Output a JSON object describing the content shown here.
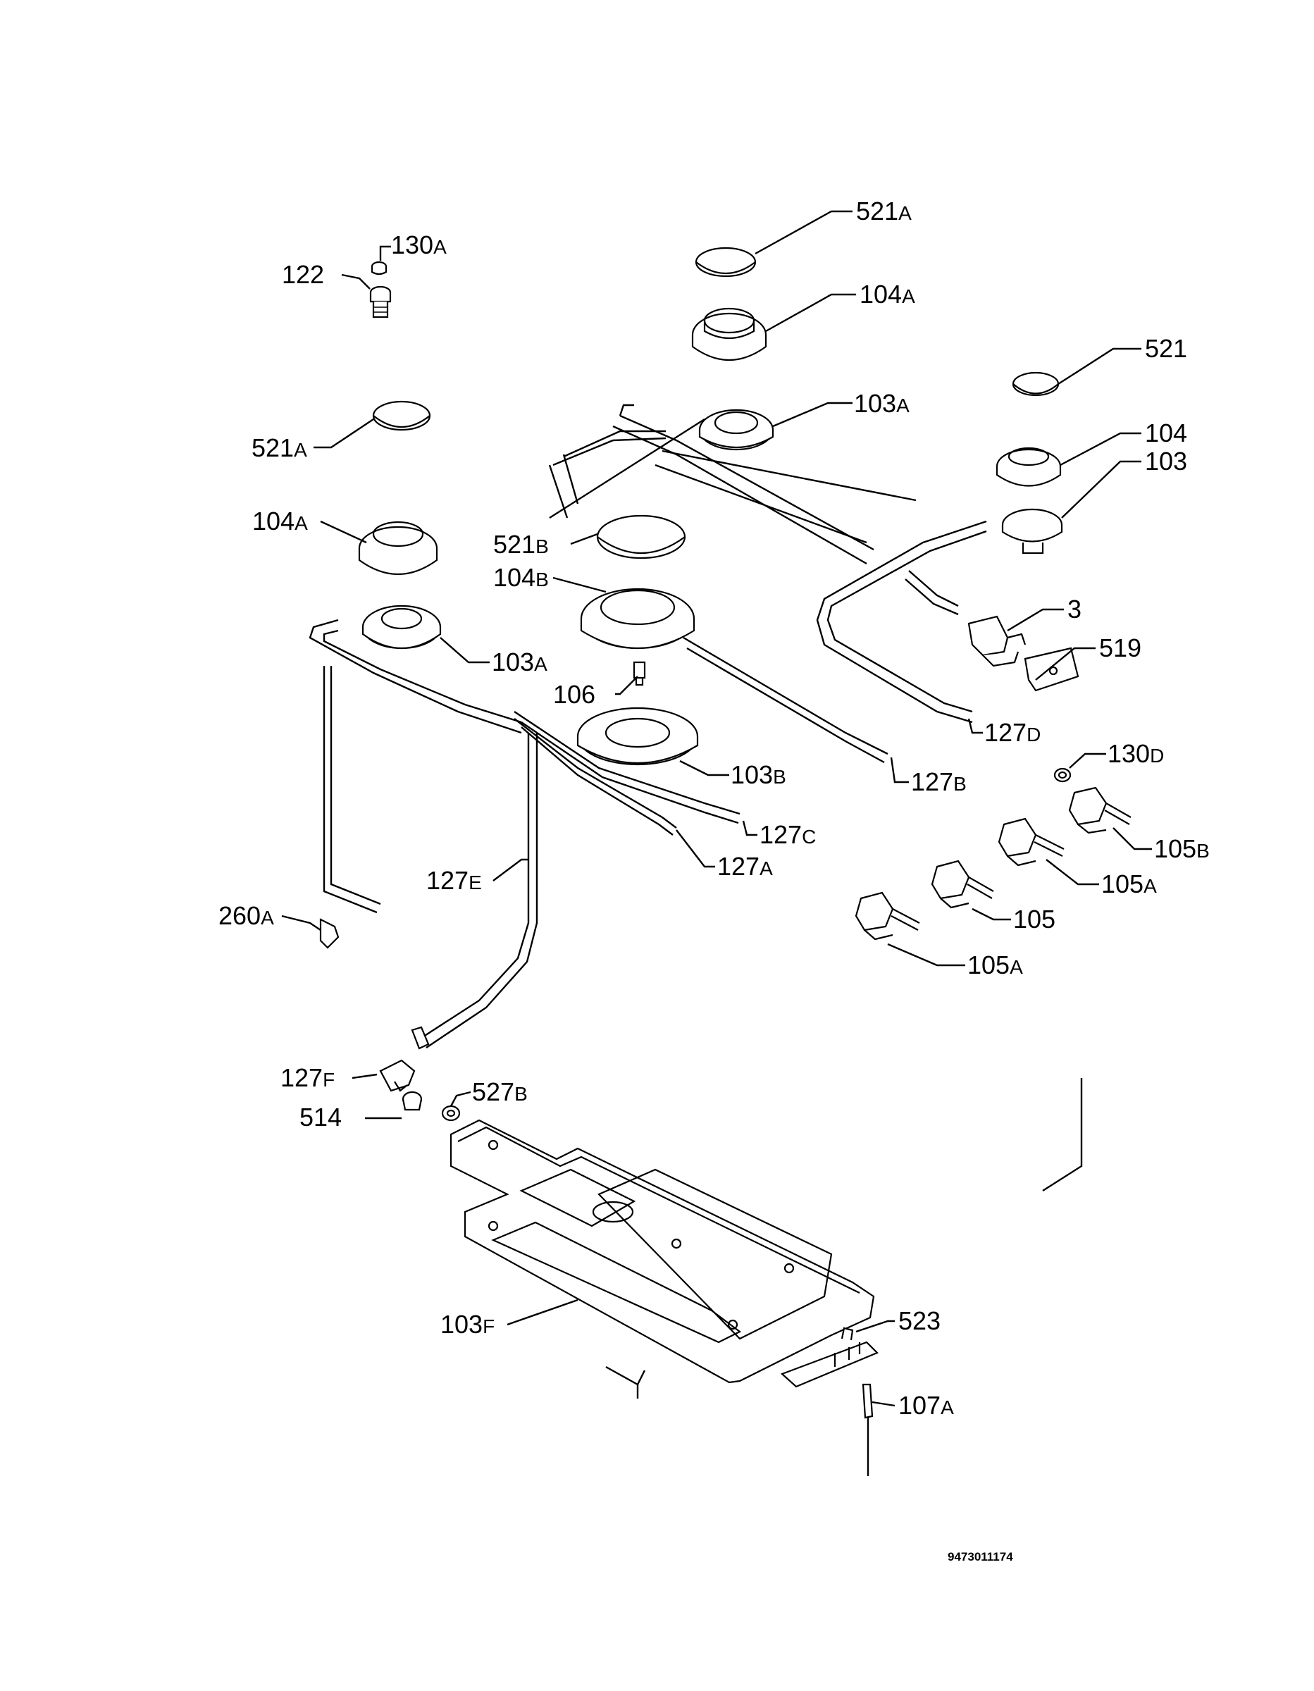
{
  "labels": {
    "l521a_top": {
      "main": "521",
      "sub": "A"
    },
    "l104a_top": {
      "main": "104",
      "sub": "A"
    },
    "l521_right": {
      "main": "521",
      "sub": ""
    },
    "l103a_top": {
      "main": "103",
      "sub": "A"
    },
    "l104_right": {
      "main": "104",
      "sub": ""
    },
    "l103_right": {
      "main": "103",
      "sub": ""
    },
    "l130a": {
      "main": "130",
      "sub": "A"
    },
    "l122": {
      "main": "122",
      "sub": ""
    },
    "l521a_left": {
      "main": "521",
      "sub": "A"
    },
    "l104a_left": {
      "main": "104",
      "sub": "A"
    },
    "l521b": {
      "main": "521",
      "sub": "B"
    },
    "l104b": {
      "main": "104",
      "sub": "B"
    },
    "l103a_left": {
      "main": "103",
      "sub": "A"
    },
    "l3": {
      "main": "3",
      "sub": ""
    },
    "l519": {
      "main": "519",
      "sub": ""
    },
    "l106": {
      "main": "106",
      "sub": ""
    },
    "l127d": {
      "main": "127",
      "sub": "D"
    },
    "l130d": {
      "main": "130",
      "sub": "D"
    },
    "l103b": {
      "main": "103",
      "sub": "B"
    },
    "l127b": {
      "main": "127",
      "sub": "B"
    },
    "l127c": {
      "main": "127",
      "sub": "C"
    },
    "l127a": {
      "main": "127",
      "sub": "A"
    },
    "l105b": {
      "main": "105",
      "sub": "B"
    },
    "l105a_upper": {
      "main": "105",
      "sub": "A"
    },
    "l127e": {
      "main": "127",
      "sub": "E"
    },
    "l105": {
      "main": "105",
      "sub": ""
    },
    "l260a": {
      "main": "260",
      "sub": "A"
    },
    "l105a_lower": {
      "main": "105",
      "sub": "A"
    },
    "l127f": {
      "main": "127",
      "sub": "F"
    },
    "l527b": {
      "main": "527",
      "sub": "B"
    },
    "l514": {
      "main": "514",
      "sub": ""
    },
    "l103f": {
      "main": "103",
      "sub": "F"
    },
    "l523": {
      "main": "523",
      "sub": ""
    },
    "l107a": {
      "main": "107",
      "sub": "A"
    }
  },
  "document_number": "9473011174"
}
